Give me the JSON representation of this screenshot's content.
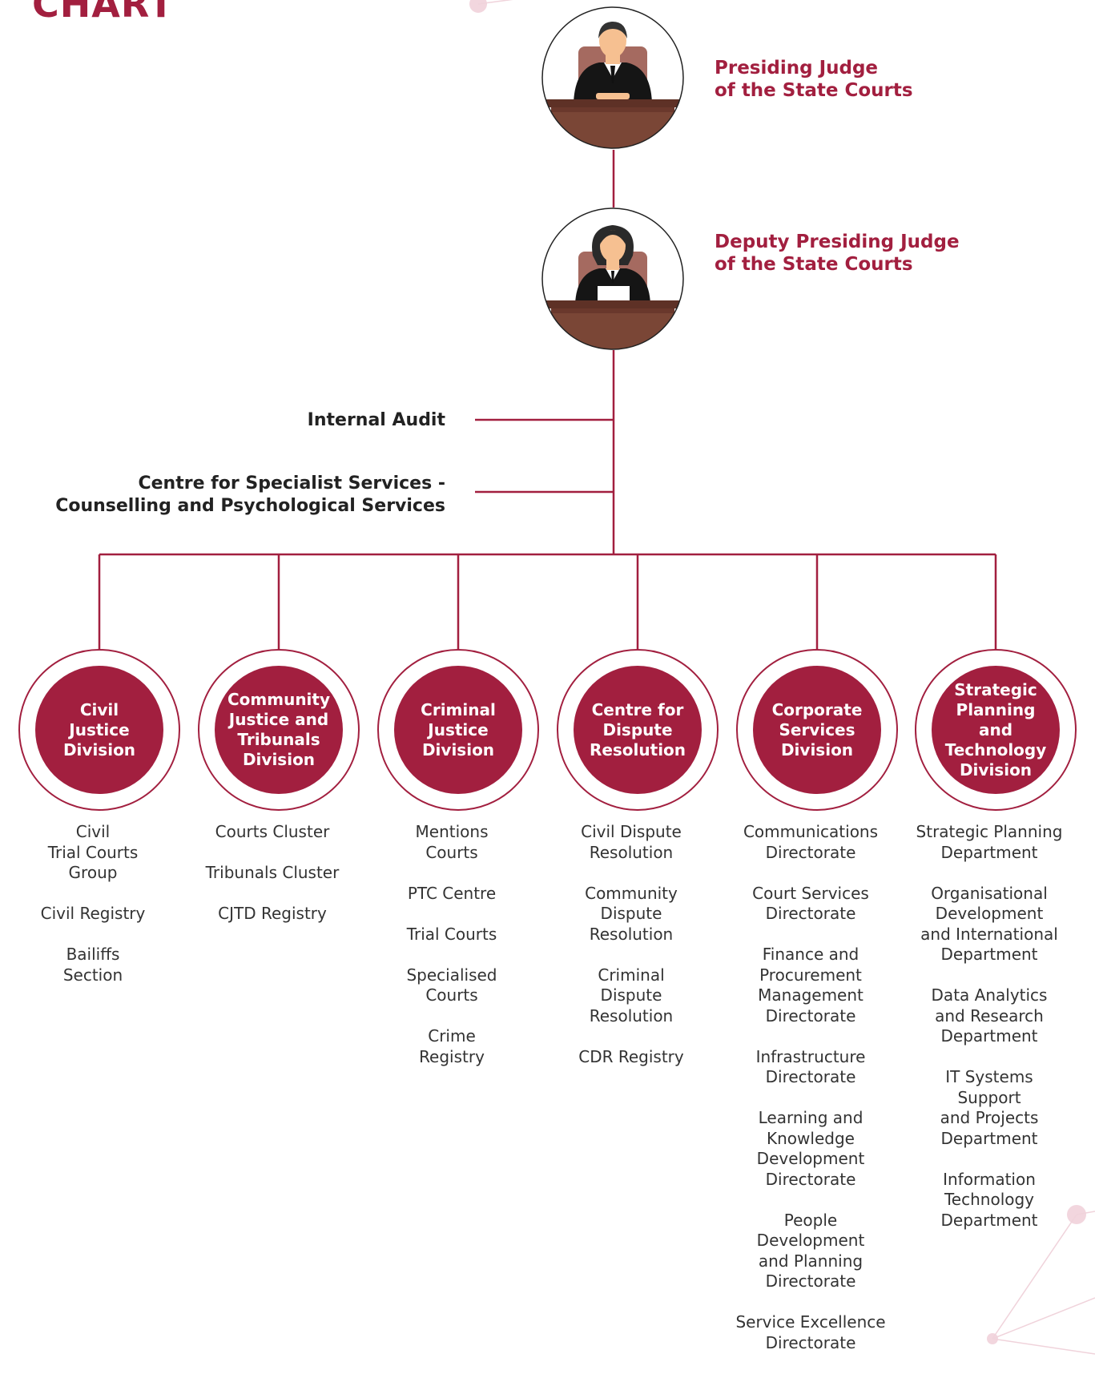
{
  "header": {
    "title_fragment": "CHART"
  },
  "presiding_judge": {
    "lines": [
      "Presiding Judge",
      "of the State Courts"
    ],
    "icon": "male-judge-icon"
  },
  "deputy_judge": {
    "lines": [
      "Deputy Presiding Judge",
      "of the State Courts"
    ],
    "icon": "female-judge-icon"
  },
  "internal_audit": {
    "label": "Internal Audit"
  },
  "specialist_services": {
    "lines": [
      "Centre for Specialist Services -",
      "Counselling and Psychological Services"
    ]
  },
  "colors": {
    "accent": "#a21f3f",
    "desk": "#7a4636",
    "chair": "#a56a60",
    "skin": "#f6c091"
  },
  "divisions": [
    {
      "name_lines": [
        "Civil",
        "Justice",
        "Division"
      ],
      "units": [
        [
          "Civil",
          "Trial Courts",
          "Group"
        ],
        [
          "Civil Registry"
        ],
        [
          "Bailiffs",
          "Section"
        ]
      ]
    },
    {
      "name_lines": [
        "Community",
        "Justice and",
        "Tribunals",
        "Division"
      ],
      "units": [
        [
          "Courts Cluster"
        ],
        [
          "Tribunals Cluster"
        ],
        [
          "CJTD Registry"
        ]
      ]
    },
    {
      "name_lines": [
        "Criminal",
        "Justice",
        "Division"
      ],
      "units": [
        [
          "Mentions",
          "Courts"
        ],
        [
          "PTC Centre"
        ],
        [
          "Trial Courts"
        ],
        [
          "Specialised",
          "Courts"
        ],
        [
          "Crime",
          "Registry"
        ]
      ]
    },
    {
      "name_lines": [
        "Centre for",
        "Dispute",
        "Resolution"
      ],
      "units": [
        [
          "Civil Dispute",
          "Resolution"
        ],
        [
          "Community",
          "Dispute",
          "Resolution"
        ],
        [
          "Criminal",
          "Dispute",
          "Resolution"
        ],
        [
          "CDR Registry"
        ]
      ]
    },
    {
      "name_lines": [
        "Corporate",
        "Services",
        "Division"
      ],
      "units": [
        [
          "Communications",
          "Directorate"
        ],
        [
          "Court Services",
          "Directorate"
        ],
        [
          "Finance and",
          "Procurement",
          "Management",
          "Directorate"
        ],
        [
          "Infrastructure",
          "Directorate"
        ],
        [
          "Learning and",
          "Knowledge",
          "Development",
          "Directorate"
        ],
        [
          "People",
          "Development",
          "and Planning",
          "Directorate"
        ],
        [
          "Service Excellence",
          "Directorate"
        ]
      ]
    },
    {
      "name_lines": [
        "Strategic",
        "Planning",
        "and",
        "Technology",
        "Division"
      ],
      "units": [
        [
          "Strategic Planning",
          "Department"
        ],
        [
          "Organisational",
          "Development",
          "and International",
          "Department"
        ],
        [
          "Data Analytics",
          "and Research",
          "Department"
        ],
        [
          "IT Systems",
          "Support",
          "and Projects",
          "Department"
        ],
        [
          "Information",
          "Technology",
          "Department"
        ]
      ]
    }
  ]
}
